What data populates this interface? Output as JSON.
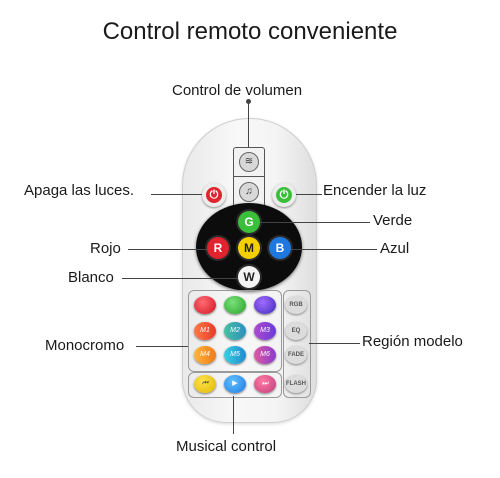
{
  "title": "Control remoto conveniente",
  "labels": {
    "volume": "Control de volumen",
    "lights_off": "Apaga las luces.",
    "lights_on": "Encender la luz",
    "green": "Verde",
    "red": "Rojo",
    "blue": "Azul",
    "white": "Blanco",
    "mono": "Monocromo",
    "mode_region": "Región modelo",
    "music": "Musical control"
  },
  "remote": {
    "color_keys": {
      "g": "G",
      "r": "R",
      "m": "M",
      "b": "B",
      "w": "W"
    },
    "memory_keys": [
      "M1",
      "M2",
      "M3",
      "M4",
      "M5",
      "M6"
    ],
    "mode_keys": [
      "RGB",
      "EQ",
      "FADE",
      "FLASH"
    ],
    "colors": {
      "green": "#3bbf3b",
      "red": "#e0232e",
      "blue": "#1f78e0",
      "yellow": "#f5d000",
      "power_off": "#e0232e",
      "power_on": "#3bbf3b"
    }
  }
}
